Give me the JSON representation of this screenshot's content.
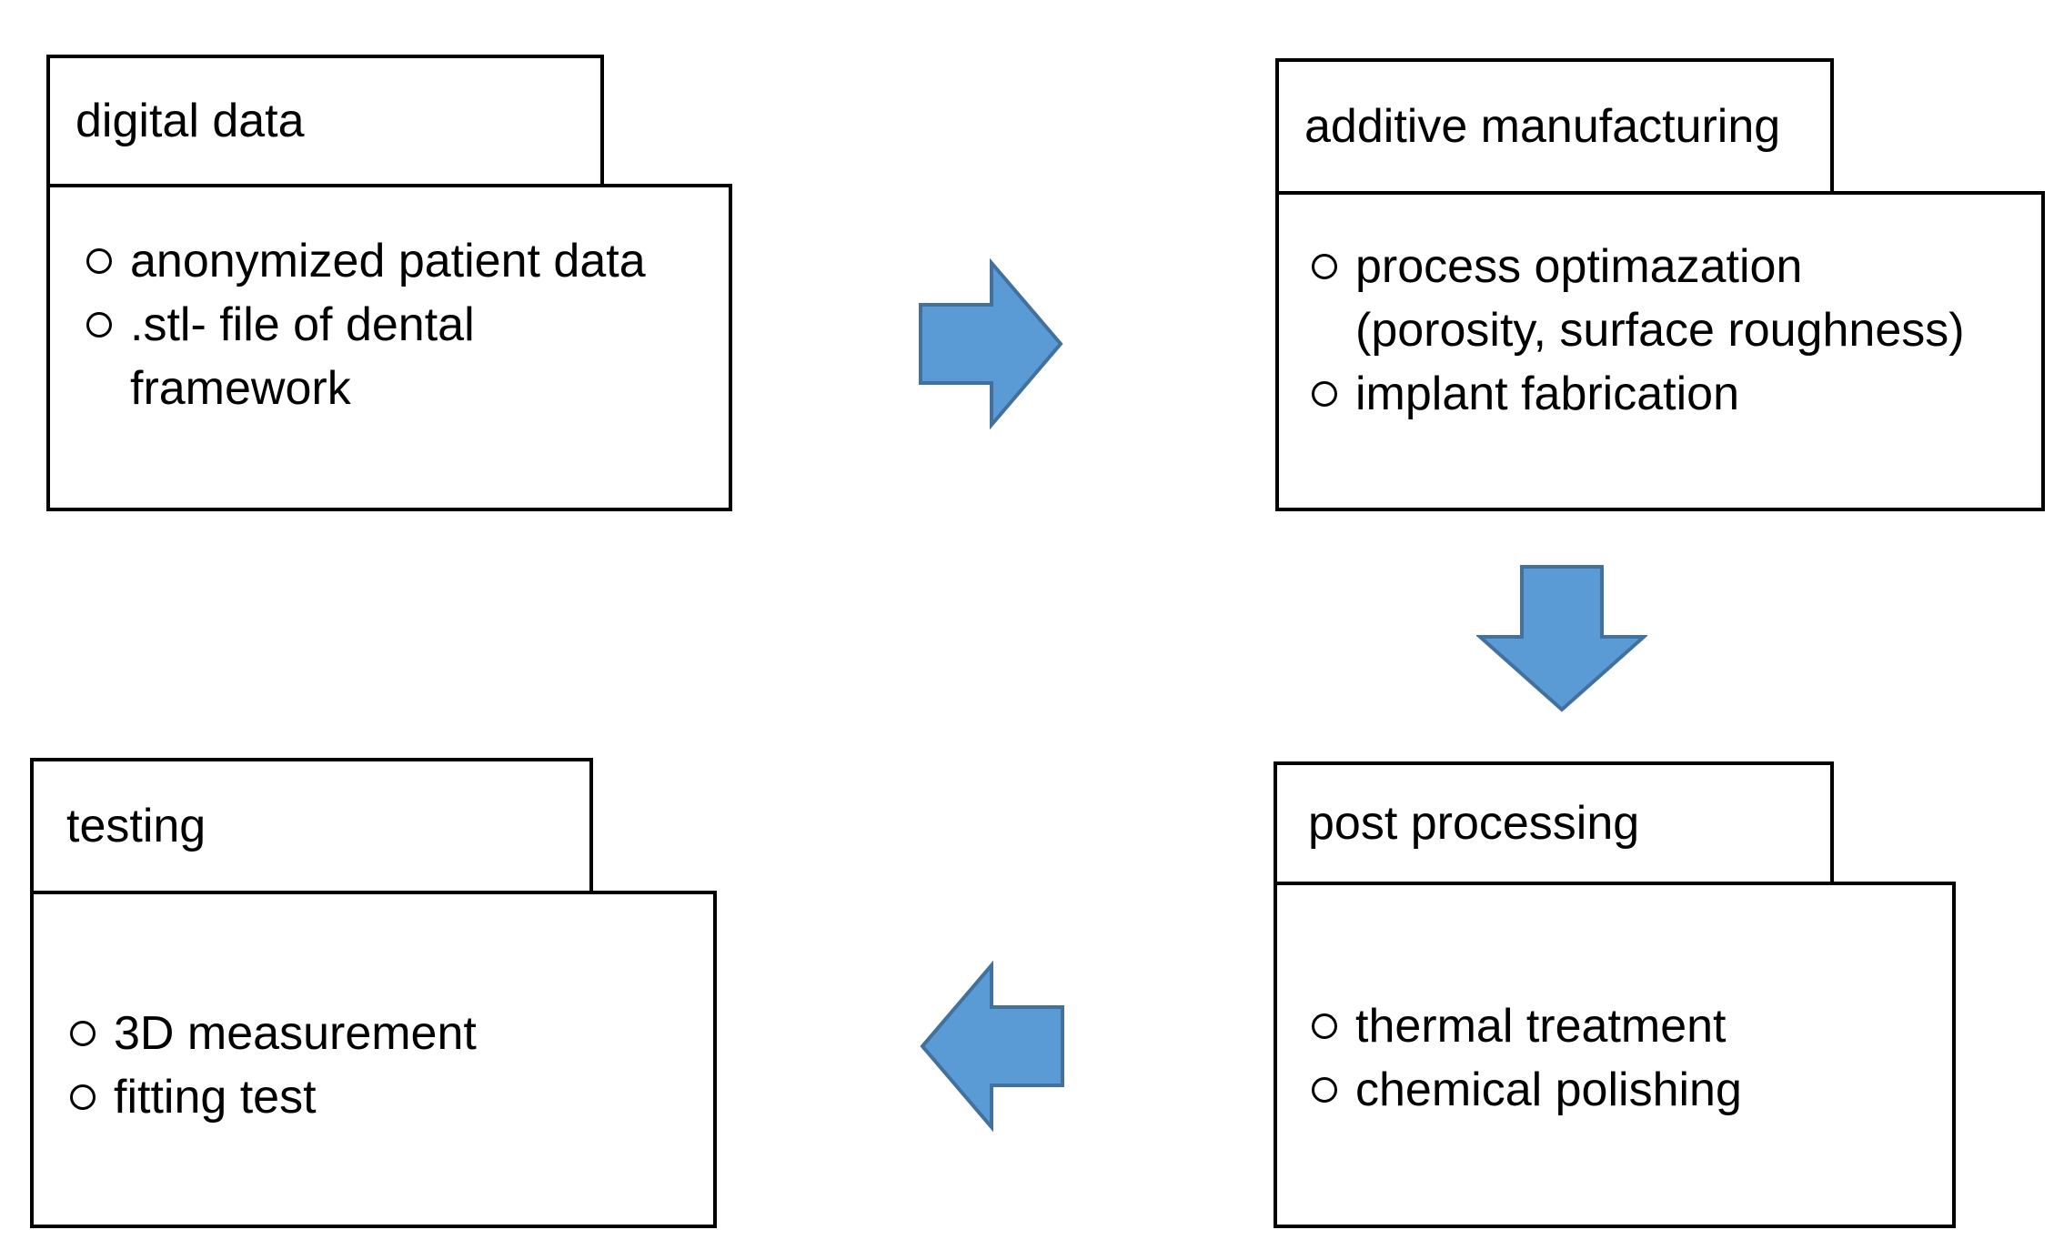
{
  "diagram": {
    "kind": "process-flow",
    "background": "#ffffff",
    "bullet_icon": "hollow-circle"
  },
  "colors": {
    "box_border": "#000000",
    "box_fill": "#ffffff",
    "text": "#000000",
    "arrow_fill": "#5b9bd5",
    "arrow_border": "#41719c"
  },
  "boxes": [
    {
      "id": "digital-data",
      "title": "digital data",
      "items": [
        {
          "lines": [
            "anonymized patient data"
          ]
        },
        {
          "lines": [
            ".stl- file of dental",
            "framework"
          ]
        }
      ]
    },
    {
      "id": "additive-manufacturing",
      "title": "additive manufacturing",
      "items": [
        {
          "lines": [
            "process optimazation",
            "(porosity, surface roughness)"
          ]
        },
        {
          "lines": [
            "implant fabrication"
          ]
        }
      ]
    },
    {
      "id": "post-processing",
      "title": "post processing",
      "items": [
        {
          "lines": [
            "thermal treatment"
          ]
        },
        {
          "lines": [
            "chemical polishing"
          ]
        }
      ]
    },
    {
      "id": "testing",
      "title": "testing",
      "items": [
        {
          "lines": [
            "3D measurement"
          ]
        },
        {
          "lines": [
            "fitting test"
          ]
        }
      ]
    }
  ],
  "arrows": [
    {
      "name": "flow-arrow-right",
      "direction": "right"
    },
    {
      "name": "flow-arrow-down",
      "direction": "down"
    },
    {
      "name": "flow-arrow-left",
      "direction": "left"
    }
  ]
}
